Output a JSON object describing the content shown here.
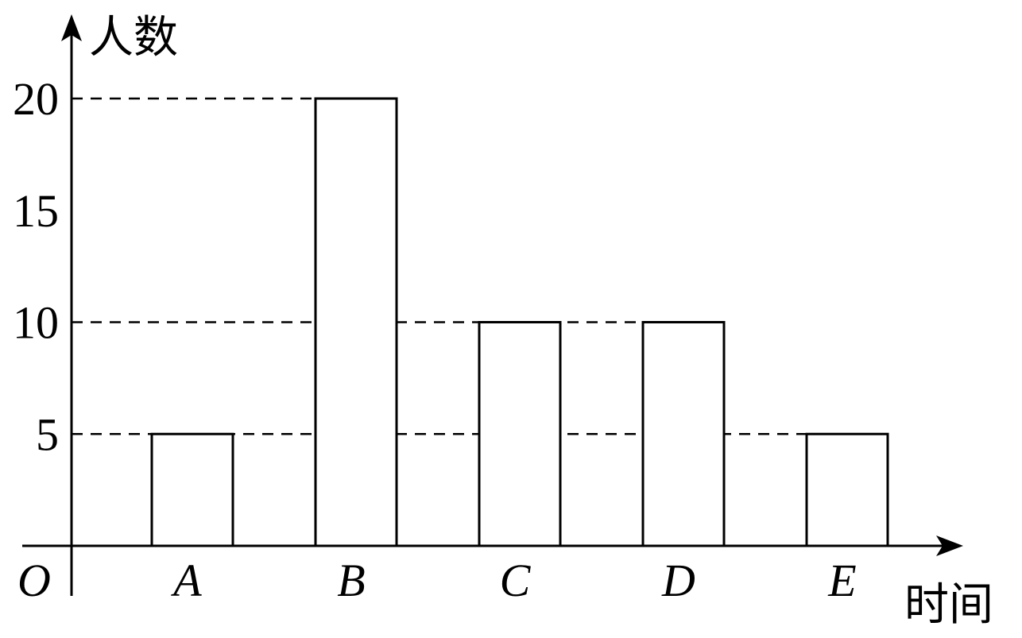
{
  "chart_data": {
    "type": "bar",
    "categories": [
      "A",
      "B",
      "C",
      "D",
      "E"
    ],
    "values": [
      5,
      20,
      10,
      10,
      5
    ],
    "title": "",
    "xlabel": "时间",
    "ylabel": "人数",
    "origin_label": "O",
    "ylim": [
      0,
      20
    ],
    "yticks": [
      5,
      10,
      15,
      20
    ],
    "dashed_reference_values": [
      5,
      10,
      20
    ],
    "grid": false,
    "bar_fill": "#ffffff",
    "bar_stroke": "#000000"
  }
}
